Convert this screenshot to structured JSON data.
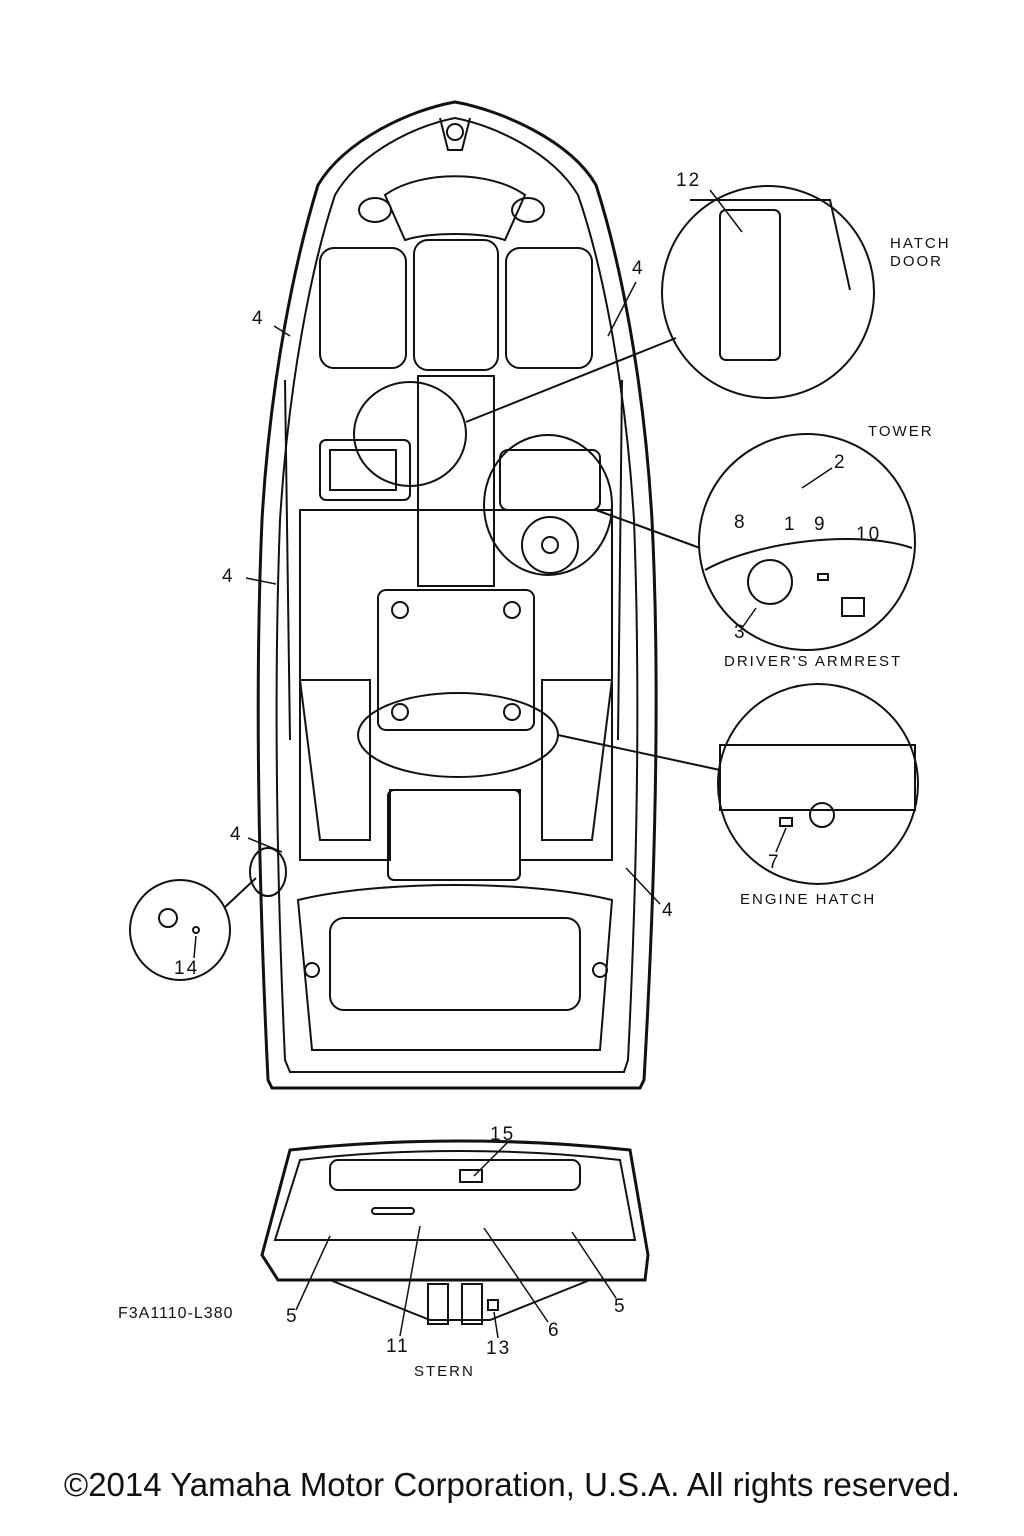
{
  "callouts": {
    "n1": "1",
    "n2": "2",
    "n3": "3",
    "n4a": "4",
    "n4b": "4",
    "n4c": "4",
    "n4d": "4",
    "n4e": "4",
    "n5a": "5",
    "n5b": "5",
    "n6": "6",
    "n7": "7",
    "n8": "8",
    "n9": "9",
    "n10": "10",
    "n11": "11",
    "n12": "12",
    "n13": "13",
    "n14": "14",
    "n15": "15"
  },
  "captions": {
    "hatch_door_1": "HATCH",
    "hatch_door_2": "DOOR",
    "tower": "TOWER",
    "drivers_armrest": "DRIVER'S ARMREST",
    "engine_hatch": "ENGINE HATCH",
    "stern": "STERN"
  },
  "drawing_code": "F3A1110-L380",
  "copyright": "©2014 Yamaha Motor Corporation, U.S.A. All rights reserved."
}
